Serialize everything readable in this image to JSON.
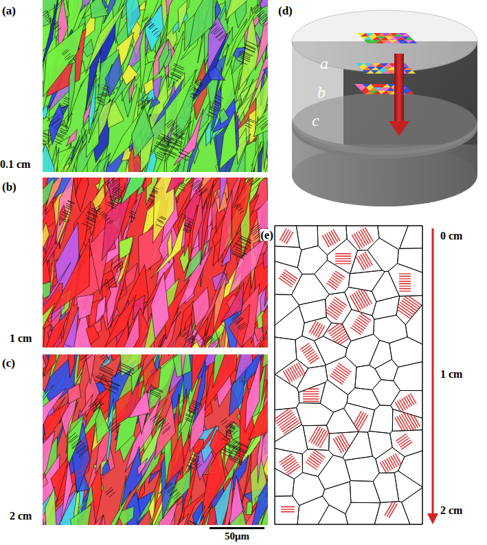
{
  "diagram": {
    "labels": [
      "(a)",
      "0.1 cm",
      "(b)",
      "1 cm",
      "(c)",
      "2 cm",
      "50μm",
      "(d)",
      "a",
      "b",
      "c",
      "(e)",
      "0 cm",
      "1 cm",
      "2 cm"
    ]
  }
}
